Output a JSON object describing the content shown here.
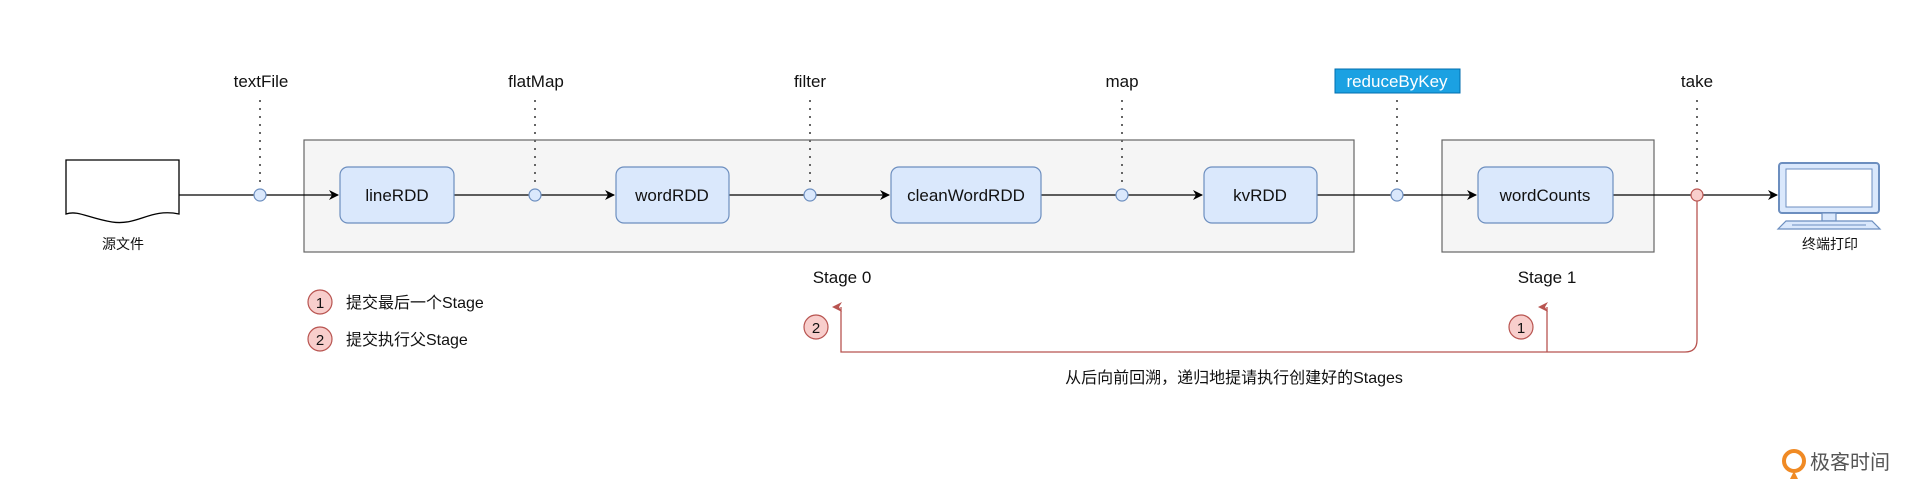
{
  "source": {
    "label": "源文件"
  },
  "sink": {
    "label": "终端打印"
  },
  "operations": [
    "textFile",
    "flatMap",
    "filter",
    "map",
    "reduceByKey",
    "take"
  ],
  "rdds": [
    "lineRDD",
    "wordRDD",
    "cleanWordRDD",
    "kvRDD",
    "wordCounts"
  ],
  "stages": [
    "Stage 0",
    "Stage 1"
  ],
  "legend": [
    {
      "num": "1",
      "text": "提交最后一个Stage"
    },
    {
      "num": "2",
      "text": "提交执行父Stage"
    }
  ],
  "backtrack": {
    "text": "从后向前回溯，递归地提请执行创建好的Stages",
    "badge_left": "2",
    "badge_right": "1"
  },
  "brand": {
    "name": "极客时间"
  },
  "colors": {
    "rdd_fill": "#dae8fc",
    "rdd_stroke": "#6c8ebf",
    "highlight": "#1ba1e2",
    "red": "#b85450",
    "red_fill": "#f8cecc"
  }
}
